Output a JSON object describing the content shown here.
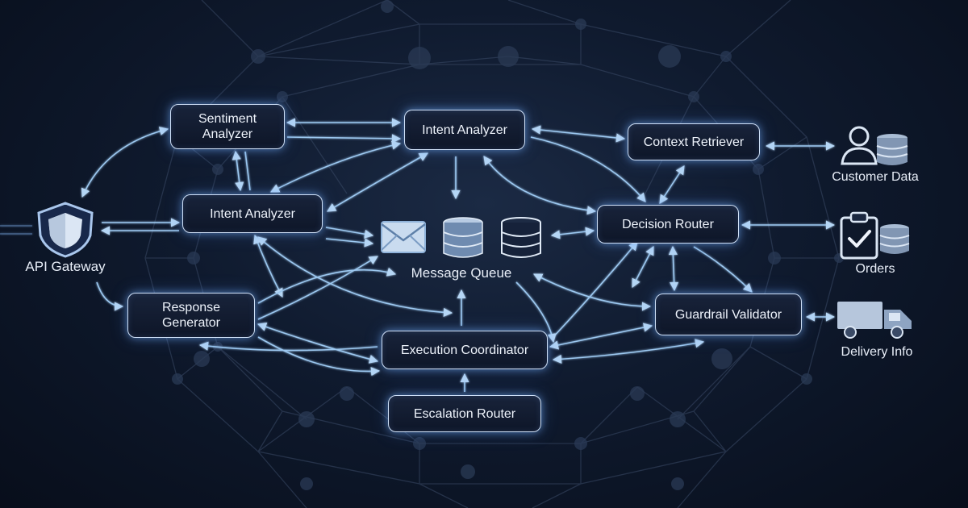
{
  "nodes": {
    "sentiment_analyzer": {
      "line1": "Sentiment",
      "line2": "Analyzer"
    },
    "intent_analyzer_top": "Intent Analyzer",
    "intent_analyzer_left": "Intent Analyzer",
    "context_retriever": "Context Retriever",
    "decision_router": "Decision Router",
    "response_generator": {
      "line1": "Response",
      "line2": "Generator"
    },
    "guardrail_validator": "Guardrail Validator",
    "execution_coordinator": "Execution Coordinator",
    "escalation_router": "Escalation Router"
  },
  "labels": {
    "api_gateway": "API Gateway",
    "message_queue": "Message Queue",
    "customer_data": "Customer Data",
    "orders": "Orders",
    "delivery_info": "Delivery Info"
  },
  "icons": {
    "api_gateway": "shield-icon",
    "message_queue": [
      "envelope-icon",
      "database-icon",
      "database-icon"
    ],
    "customer_data": [
      "user-icon",
      "database-icon"
    ],
    "orders": [
      "clipboard-check-icon",
      "database-icon"
    ],
    "delivery_info": "truck-icon"
  },
  "colors": {
    "node_border": "#cfe0f7",
    "glow": "#78b4ff",
    "arrow": "#9cc8f0",
    "background": "#0f1a2e"
  }
}
